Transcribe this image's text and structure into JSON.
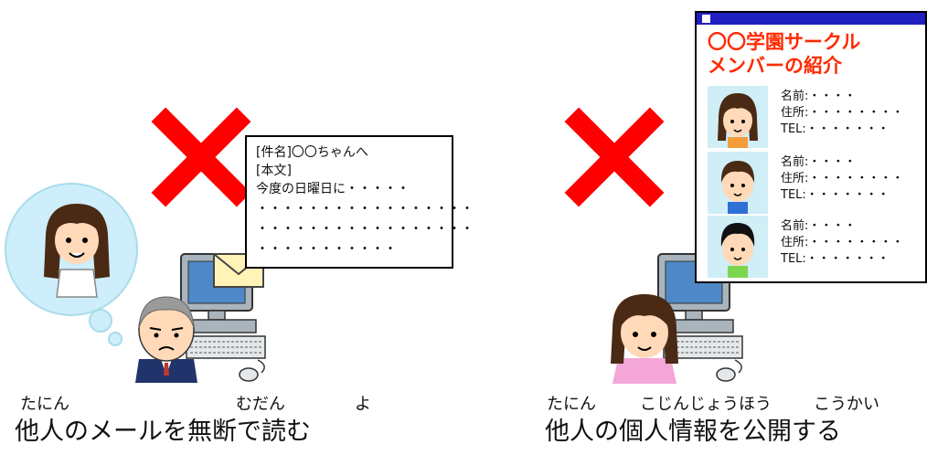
{
  "left_panel": {
    "email": {
      "lines": [
        "[件名]〇〇ちゃんへ",
        "[本文]",
        "今度の日曜日に・・・・・",
        "・・・・・・・・・・・・・・・・・",
        "・・・・・・・・・・・・・・・・・",
        "・・・・・・・・・・・"
      ]
    },
    "ruby": {
      "tanin": "たにん",
      "mudan": "むだん",
      "yo": "よ"
    },
    "caption": "他人のメールを無断で読む"
  },
  "right_panel": {
    "web": {
      "heading_line1": "〇〇学園サークル",
      "heading_line2": "メンバーの紹介",
      "members": [
        {
          "name": "名前:・・・・",
          "address": "住所:・・・・・・・・",
          "tel": "TEL:・・・・・・・"
        },
        {
          "name": "名前:・・・・",
          "address": "住所:・・・・・・・・",
          "tel": "TEL:・・・・・・・"
        },
        {
          "name": "名前:・・・・",
          "address": "住所:・・・・・・・・",
          "tel": "TEL:・・・・・・・"
        }
      ]
    },
    "ruby": {
      "tanin": "たにん",
      "kojin_jouhou": "こじんじょうほう",
      "koukai": "こうかい"
    },
    "caption": "他人の個人情報を公開する"
  },
  "icons": [
    "red-x-icon",
    "thought-bubble-icon",
    "envelope-icon",
    "computer-icon",
    "old-man-icon",
    "girl-icon",
    "boy-icon"
  ],
  "colors": {
    "x_mark": "#ff0000",
    "heading": "#ff2a00",
    "titlebar": "#2020c0",
    "card_bg": "#cfeef6",
    "bubble": "#cdeefa"
  }
}
